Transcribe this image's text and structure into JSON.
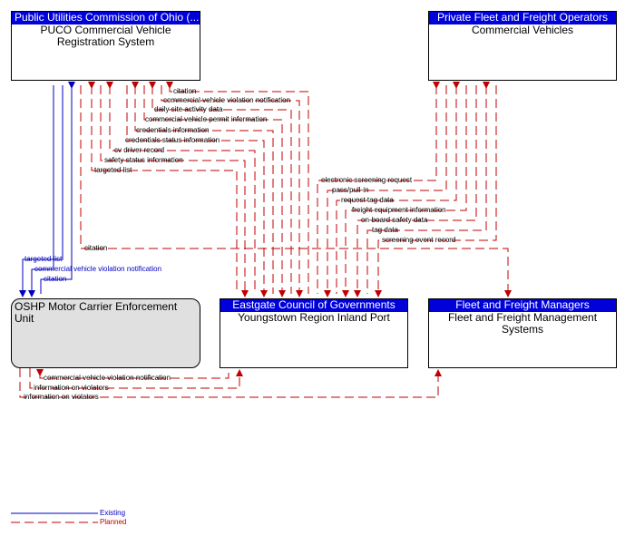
{
  "nodes": {
    "puco": {
      "header": "Public Utilities Commission of Ohio (...",
      "name": "PUCO Commercial Vehicle Registration System"
    },
    "private_fleet": {
      "header": "Private Fleet and Freight Operators",
      "name": "Commercial Vehicles"
    },
    "oshp": {
      "header": "",
      "name": "OSHP Motor Carrier Enforcement Unit"
    },
    "eastgate": {
      "header": "Eastgate Council of Governments",
      "name": "Youngstown Region Inland Port"
    },
    "fleet_mgrs": {
      "header": "Fleet and Freight Managers",
      "name": "Fleet and Freight Management Systems"
    }
  },
  "flows": {
    "puco_eastgate": [
      "citation",
      "commercial vehicle violation notification",
      "daily site activity data",
      "commercial vehicle permit information",
      "credentials information",
      "credentials status information",
      "cv driver record",
      "safety status information",
      "targeted list"
    ],
    "puco_oshp_citation": "citation",
    "puco_oshp": [
      "targeted list",
      "commercial vehicle violation notification",
      "citation"
    ],
    "cv_eastgate": [
      "electronic screening request",
      "pass/pull-in",
      "request tag data",
      "freight equipment information",
      "on-board safety data",
      "tag data",
      "screening event record"
    ],
    "oshp_eastgate": [
      "commercial vehicle violation notification",
      "information on violators"
    ],
    "oshp_fleet": "information on violators"
  },
  "legend": {
    "existing": "Existing",
    "planned": "Planned"
  },
  "colors": {
    "planned": "#c00000",
    "existing": "#0000c0",
    "header": "#0000d8"
  }
}
